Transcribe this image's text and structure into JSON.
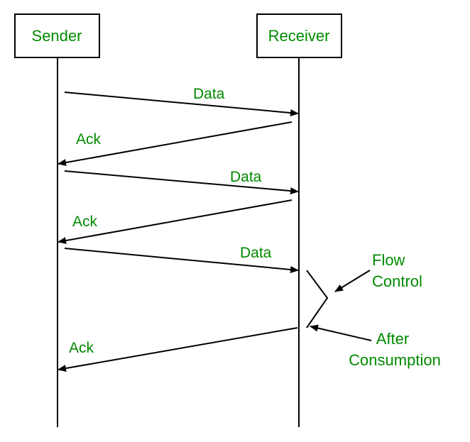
{
  "participants": {
    "sender": "Sender",
    "receiver": "Receiver"
  },
  "messages": [
    {
      "label": "Data",
      "direction": "sender-to-receiver"
    },
    {
      "label": "Ack",
      "direction": "receiver-to-sender"
    },
    {
      "label": "Data",
      "direction": "sender-to-receiver"
    },
    {
      "label": "Ack",
      "direction": "receiver-to-sender"
    },
    {
      "label": "Data",
      "direction": "sender-to-receiver"
    },
    {
      "label": "Ack",
      "direction": "receiver-to-sender"
    }
  ],
  "notes": {
    "flow_control": [
      "Flow",
      "Control"
    ],
    "after_consumption": [
      "After",
      "Consumption"
    ]
  },
  "colors": {
    "text": "#008a00",
    "lines": "#000000"
  }
}
